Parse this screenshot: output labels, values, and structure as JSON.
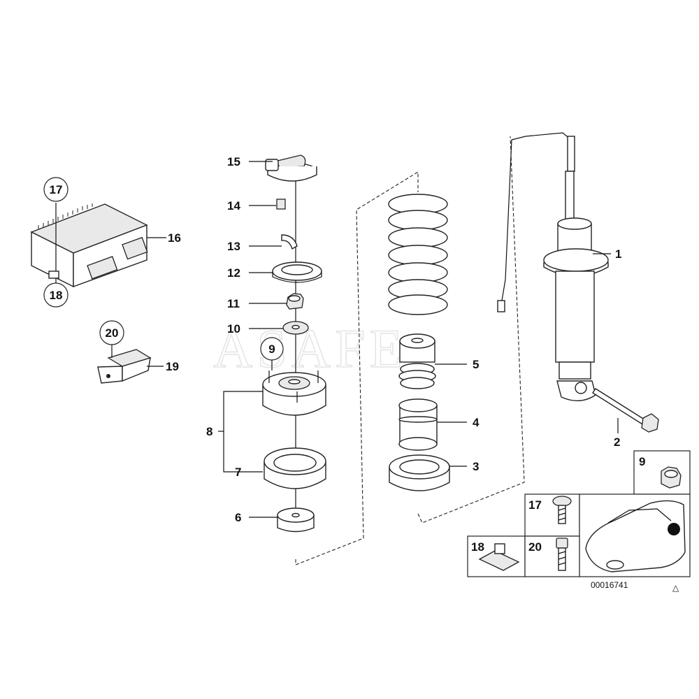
{
  "watermark": "ASAFE",
  "diagram_code": "00016741",
  "corner_mark": "△",
  "callouts": {
    "c1": "1",
    "c2": "2",
    "c3": "3",
    "c4": "4",
    "c5": "5",
    "c6": "6",
    "c7": "7",
    "c8": "8",
    "c9": "9",
    "c10": "10",
    "c11": "11",
    "c12": "12",
    "c13": "13",
    "c14": "14",
    "c15": "15",
    "c16": "16",
    "c17": "17",
    "c18": "18",
    "c19": "19",
    "c20": "20"
  },
  "legend": {
    "l9": "9",
    "l17": "17",
    "l18": "18",
    "l20": "20"
  }
}
